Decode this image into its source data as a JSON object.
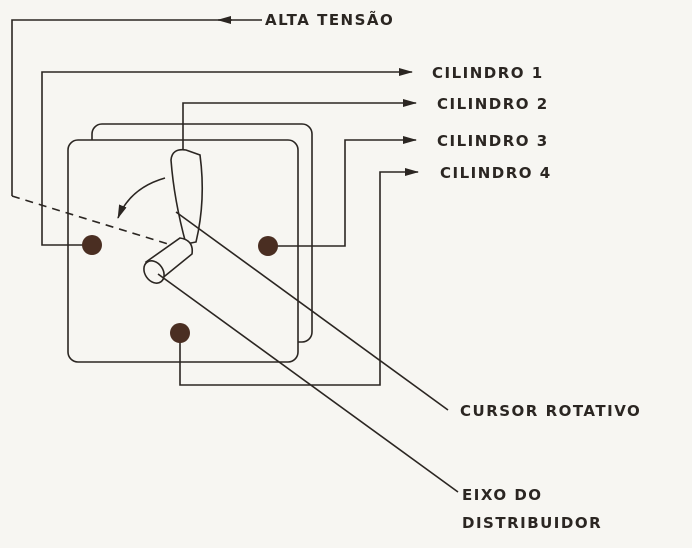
{
  "labels": {
    "high_voltage": "ALTA TENSÃO",
    "cylinder_1": "CILINDRO 1",
    "cylinder_2": "CILINDRO 2",
    "cylinder_3": "CILINDRO 3",
    "cylinder_4": "CILINDRO 4",
    "rotor": "CURSOR ROTATIVO",
    "shaft_line1": "EIXO DO",
    "shaft_line2": "DISTRIBUIDOR"
  }
}
